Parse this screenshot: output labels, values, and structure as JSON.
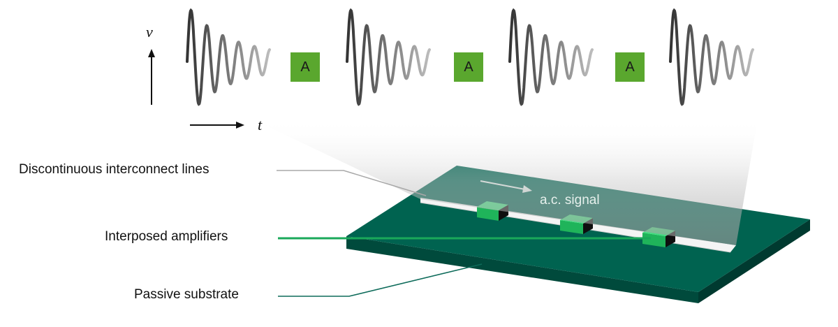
{
  "axes": {
    "y_label": "v",
    "x_label": "t"
  },
  "amplifier_symbol": "A",
  "signal_label": "a.c. signal",
  "callouts": {
    "interconnect": "Discontinuous interconnect lines",
    "amplifiers": "Interposed amplifiers",
    "substrate": "Passive substrate"
  },
  "colors": {
    "substrate_top": "#006350",
    "substrate_side": "#004a3c",
    "amplifier_green": "#2bd46b",
    "amplifier_box": "#5aa72e",
    "callout_line_amplifier": "#1aa85a",
    "callout_line_substrate": "#0d6b5a",
    "callout_line_interconnect": "#a8a8a8"
  }
}
